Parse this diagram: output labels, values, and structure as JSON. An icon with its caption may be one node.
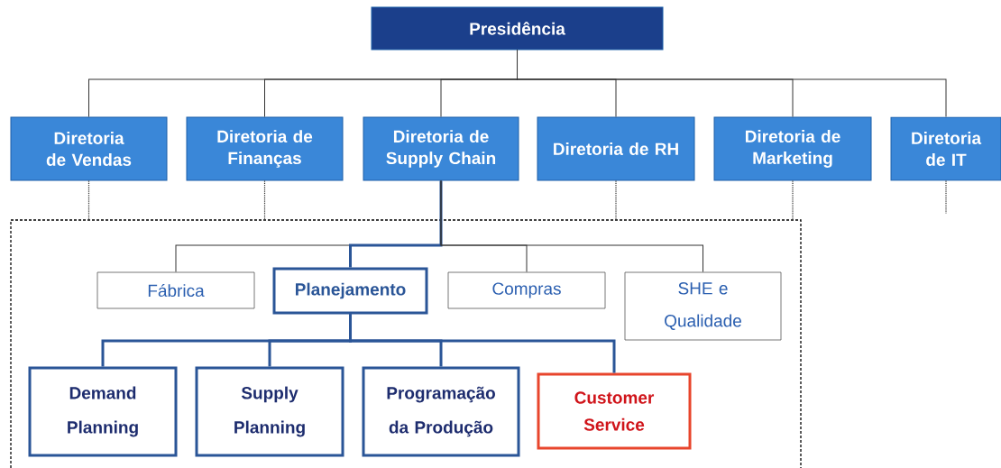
{
  "diagram": {
    "nodes": [
      {
        "text": [
          "Presidência"
        ]
      },
      {
        "text": [
          "Diretoria de Vendas"
        ]
      },
      {
        "text": [
          "Diretoria de Finanças"
        ]
      },
      {
        "text": [
          "Diretoria de Supply Chain"
        ]
      },
      {
        "text": [
          "Diretoria de RH"
        ]
      },
      {
        "text": [
          "Diretoria de Marketing"
        ]
      },
      {
        "text": [
          "Diretoria de IT"
        ]
      },
      {
        "text": [],
        "shape": "box"
      },
      {
        "text": [
          "Fábrica"
        ],
        "in": 7
      },
      {
        "text": [
          "Planejamento"
        ],
        "in": 7
      },
      {
        "text": [
          "Compras"
        ],
        "in": 7
      },
      {
        "text": [
          "SHE e Qualidade"
        ],
        "in": 7
      },
      {
        "text": [
          "Demand Planning"
        ],
        "in": 7
      },
      {
        "text": [
          "Supply Planning"
        ],
        "in": 7
      },
      {
        "text": [
          "Programação da Produção"
        ],
        "in": 7
      },
      {
        "text": [
          "Customer Service"
        ],
        "in": 7
      }
    ],
    "edges": [
      {
        "from": 0,
        "to": 1,
        "arrow": "none"
      },
      {
        "from": 0,
        "to": 2,
        "arrow": "none"
      },
      {
        "from": 0,
        "to": 3,
        "arrow": "none"
      },
      {
        "from": 0,
        "to": 4,
        "arrow": "none"
      },
      {
        "from": 0,
        "to": 5,
        "arrow": "none"
      },
      {
        "from": 0,
        "to": 6,
        "arrow": "none"
      },
      {
        "from": 1,
        "to": 7,
        "arrow": "none",
        "style": "dashed"
      },
      {
        "from": 2,
        "to": 7,
        "arrow": "none",
        "style": "dashed"
      },
      {
        "from": 4,
        "to": 7,
        "arrow": "none",
        "style": "dashed"
      },
      {
        "from": 5,
        "to": 7,
        "arrow": "none",
        "style": "dashed"
      },
      {
        "from": 6,
        "to": null,
        "arrow": "none",
        "style": "dashed"
      },
      {
        "from": 3,
        "to": 8,
        "arrow": "none"
      },
      {
        "from": 3,
        "to": 9,
        "arrow": "none",
        "style": "thick",
        "color": "#2a5597"
      },
      {
        "from": 3,
        "to": 10,
        "arrow": "none"
      },
      {
        "from": 3,
        "to": 11,
        "arrow": "none"
      },
      {
        "from": 9,
        "to": 12,
        "arrow": "none",
        "style": "thick",
        "color": "#2a5597"
      },
      {
        "from": 9,
        "to": 13,
        "arrow": "none",
        "style": "thick",
        "color": "#2a5597"
      },
      {
        "from": 9,
        "to": 14,
        "arrow": "none",
        "style": "thick",
        "color": "#2a5597"
      },
      {
        "from": 9,
        "to": 15,
        "arrow": "none",
        "style": "thick",
        "color": "#2a5597"
      }
    ]
  }
}
